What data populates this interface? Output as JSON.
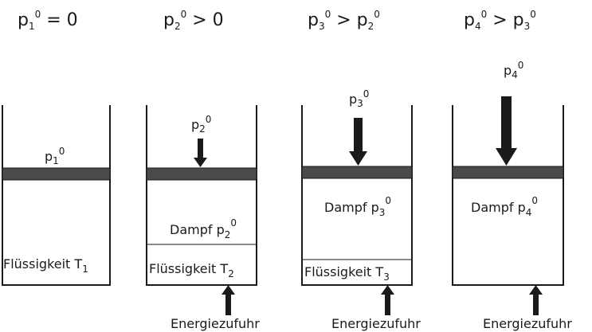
{
  "colors": {
    "piston": "#4a4a4a",
    "line": "#1a1a1a",
    "background": "#ffffff"
  },
  "headers": [
    {
      "p": "p",
      "i": "1",
      "sup": "0",
      "rel": " = 0",
      "rhs_p": "",
      "rhs_i": "",
      "rhs_sup": ""
    },
    {
      "p": "p",
      "i": "2",
      "sup": "0",
      "rel": " > 0",
      "rhs_p": "",
      "rhs_i": "",
      "rhs_sup": ""
    },
    {
      "p": "p",
      "i": "3",
      "sup": "0",
      "rel": " > ",
      "rhs_p": "p",
      "rhs_i": "2",
      "rhs_sup": "0"
    },
    {
      "p": "p",
      "i": "4",
      "sup": "0",
      "rel": " > ",
      "rhs_p": "p",
      "rhs_i": "3",
      "rhs_sup": "0"
    }
  ],
  "cylinders": [
    {
      "pressure": {
        "p": "p",
        "i": "1",
        "sup": "0"
      },
      "vapor": null,
      "liquid": {
        "text": "Flüssigkeit T",
        "sub": "1"
      },
      "energy": null
    },
    {
      "pressure": {
        "p": "p",
        "i": "2",
        "sup": "0"
      },
      "vapor": {
        "text": "Dampf p",
        "sub": "2",
        "sup": "0"
      },
      "liquid": {
        "text": "Flüssigkeit T",
        "sub": "2"
      },
      "energy": "Energiezufuhr"
    },
    {
      "pressure": {
        "p": "p",
        "i": "3",
        "sup": "0"
      },
      "vapor": {
        "text": "Dampf p",
        "sub": "3",
        "sup": "0"
      },
      "liquid": {
        "text": "Flüssigkeit T",
        "sub": "3"
      },
      "energy": "Energiezufuhr"
    },
    {
      "pressure": {
        "p": "p",
        "i": "4",
        "sup": "0"
      },
      "vapor": {
        "text": "Dampf p",
        "sub": "4",
        "sup": "0"
      },
      "liquid": null,
      "energy": "Energiezufuhr"
    }
  ]
}
